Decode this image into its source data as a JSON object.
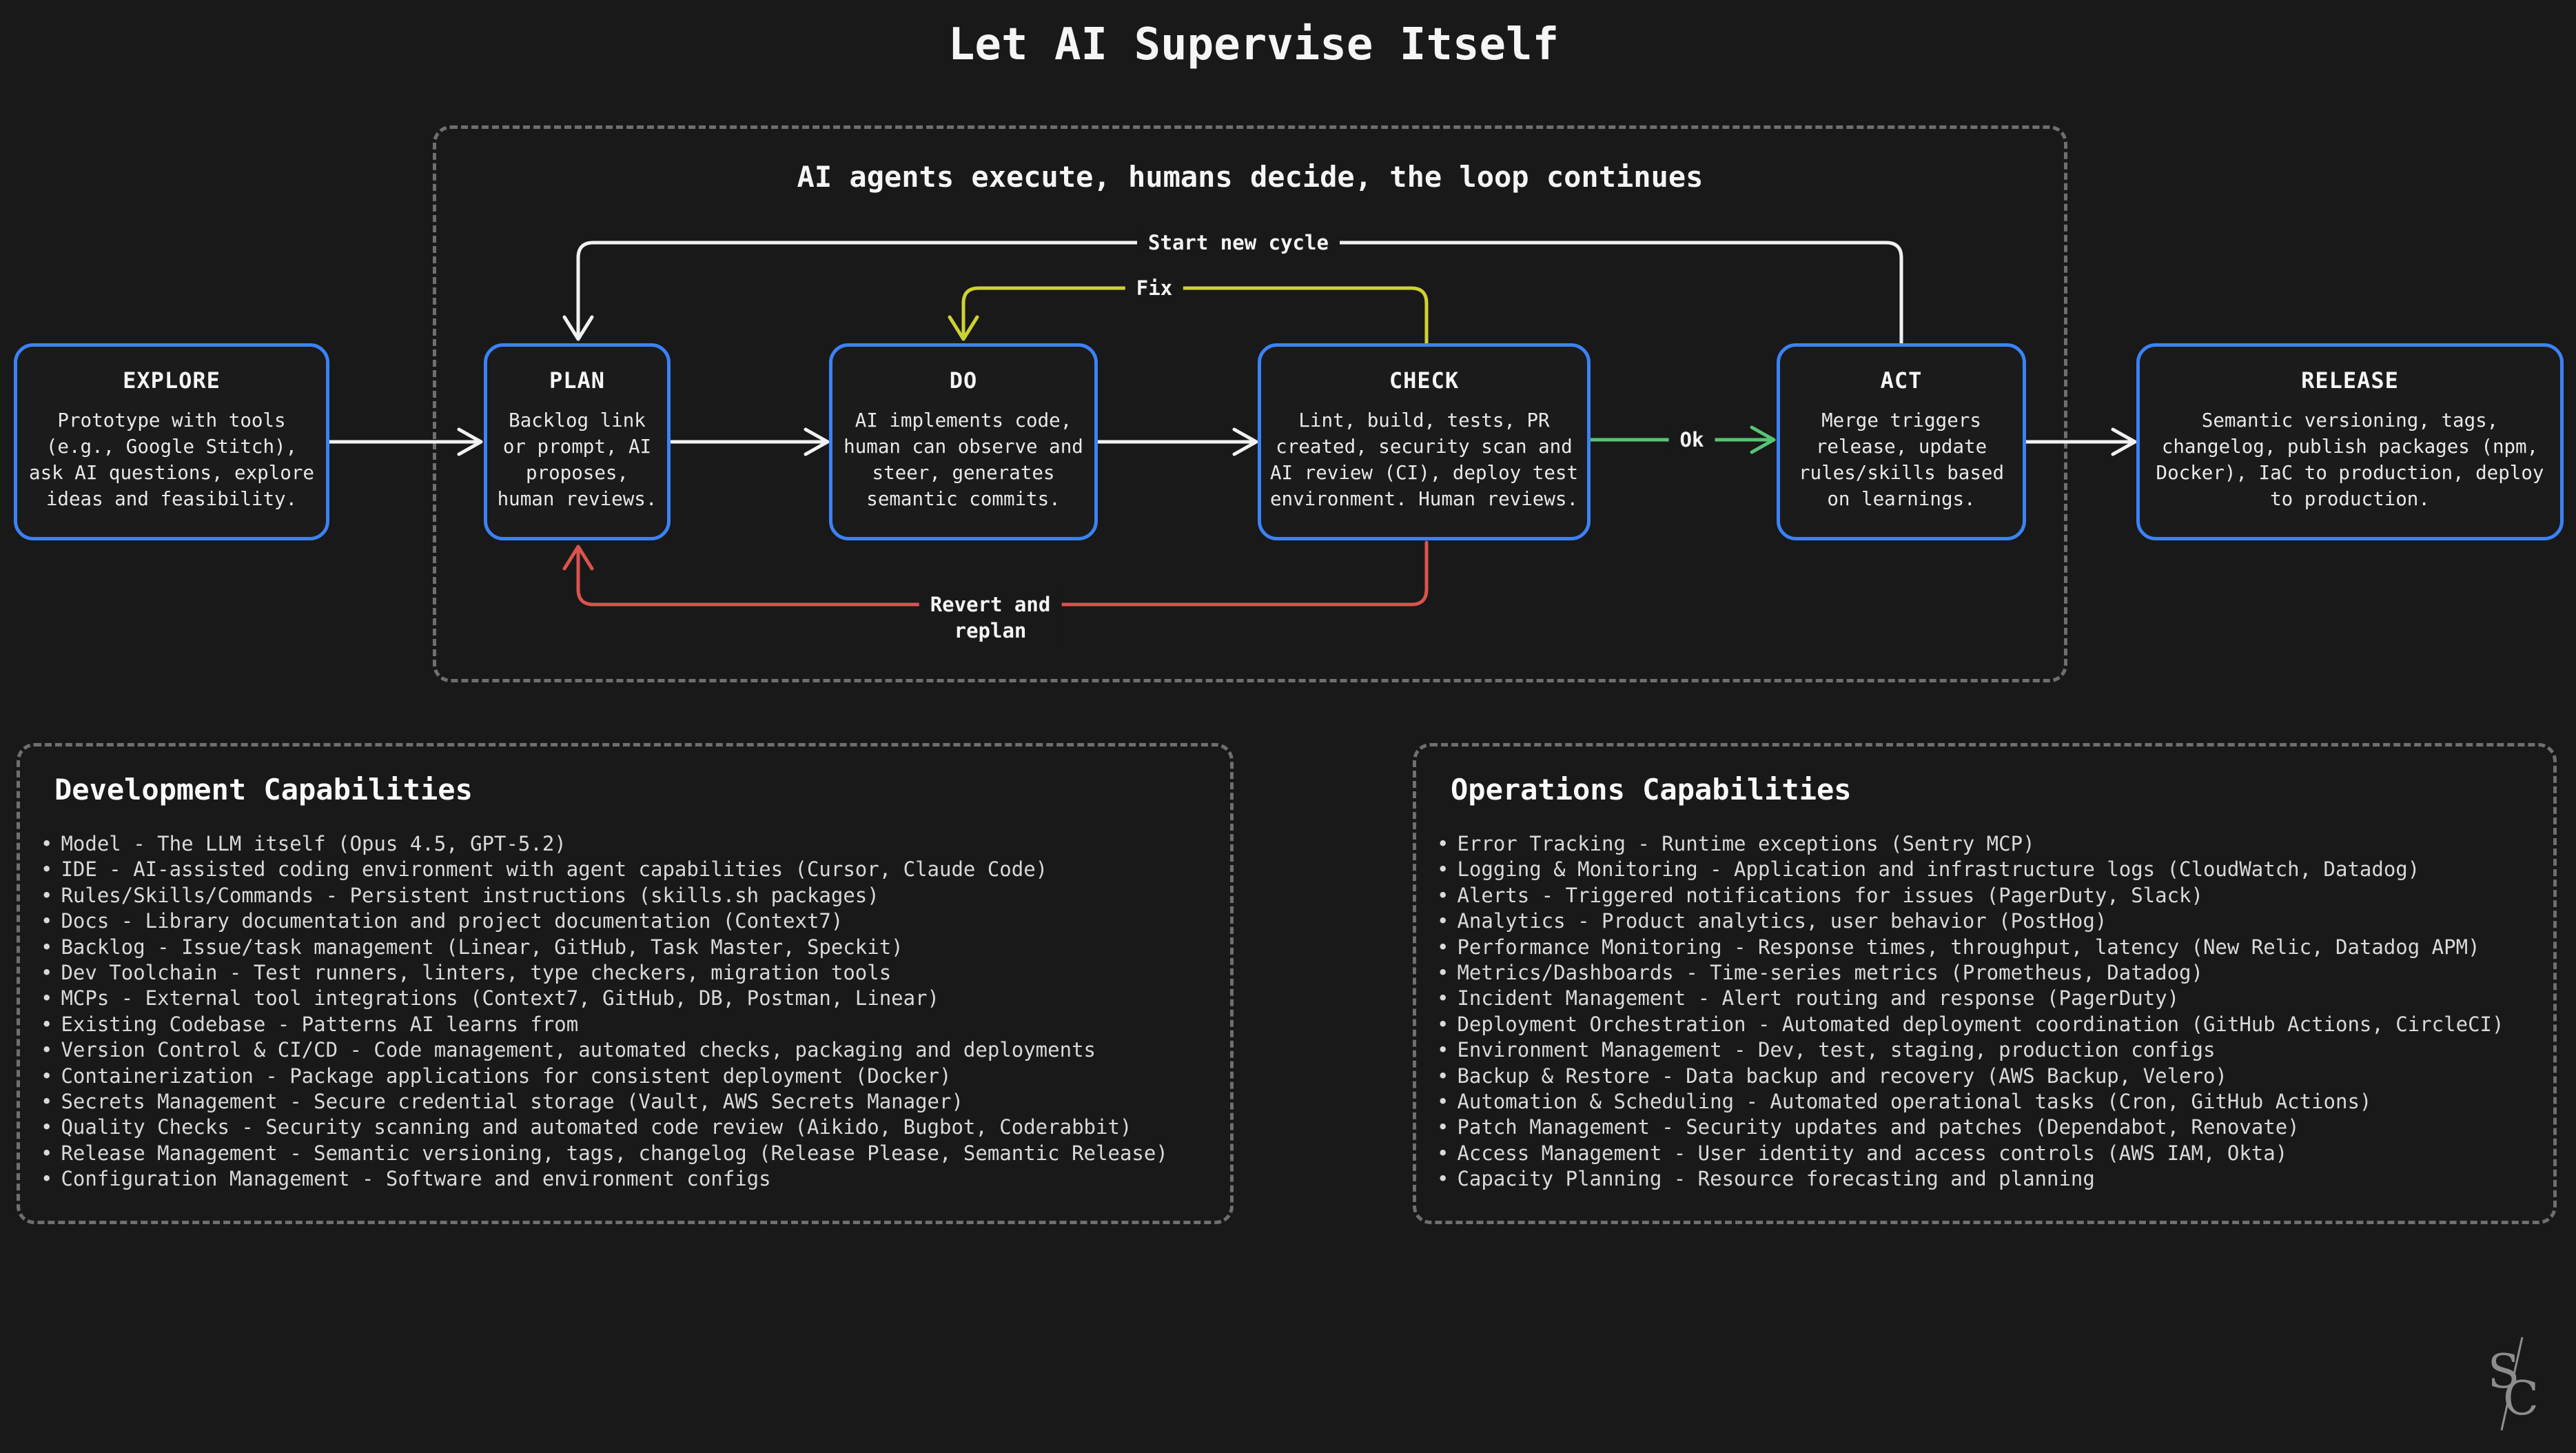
{
  "page": {
    "title": "Let AI Supervise Itself"
  },
  "colors": {
    "background": "#191919",
    "node_border": "#3b82f6",
    "node_fill": "#1b1b1b",
    "line_white": "#f2f2f2",
    "line_fix": "#cdd232",
    "line_ok": "#57c475",
    "line_revert": "#da534e",
    "dashed_border": "#6f6f6f",
    "logo_gray": "#8d8d8d"
  },
  "loop": {
    "subtitle": "AI agents execute, humans decide, the loop continues",
    "nodes": [
      {
        "id": "explore",
        "title": "EXPLORE",
        "body": "Prototype with tools (e.g., Google Stitch), ask AI questions, explore ideas and feasibility."
      },
      {
        "id": "plan",
        "title": "PLAN",
        "body": "Backlog link or prompt, AI proposes, human reviews."
      },
      {
        "id": "do",
        "title": "DO",
        "body": "AI implements code, human can observe and steer, generates semantic commits."
      },
      {
        "id": "check",
        "title": "CHECK",
        "body": "Lint, build, tests, PR created, security scan and AI review (CI), deploy test environment. Human reviews."
      },
      {
        "id": "act",
        "title": "ACT",
        "body": "Merge triggers release, update rules/skills based on learnings."
      },
      {
        "id": "release",
        "title": "RELEASE",
        "body": "Semantic versioning, tags, changelog, publish packages (npm, Docker), IaC to production, deploy to production."
      }
    ],
    "edges": {
      "start_new_cycle": {
        "label": "Start new cycle",
        "color": "#f2f2f2"
      },
      "fix": {
        "label": "Fix",
        "color": "#cdd232"
      },
      "ok": {
        "label": "Ok",
        "color": "#57c475"
      },
      "revert": {
        "label": "Revert and\nreplan",
        "color": "#da534e"
      }
    }
  },
  "development": {
    "title": "Development Capabilities",
    "bullet": "•",
    "items": [
      "Model - The LLM itself (Opus 4.5, GPT-5.2)",
      "IDE - AI-assisted coding environment with agent capabilities (Cursor, Claude Code)",
      "Rules/Skills/Commands - Persistent instructions (skills.sh packages)",
      "Docs - Library documentation and project documentation (Context7)",
      "Backlog - Issue/task management (Linear, GitHub, Task Master, Speckit)",
      "Dev Toolchain - Test runners, linters, type checkers, migration tools",
      "MCPs - External tool integrations (Context7, GitHub, DB, Postman, Linear)",
      "Existing Codebase - Patterns AI learns from",
      "Version Control & CI/CD - Code management, automated checks, packaging and deployments",
      "Containerization - Package applications for consistent deployment (Docker)",
      "Secrets Management - Secure credential storage (Vault, AWS Secrets Manager)",
      "Quality Checks - Security scanning and automated code review (Aikido, Bugbot, Coderabbit)",
      "Release Management - Semantic versioning, tags, changelog (Release Please, Semantic Release)",
      "Configuration Management - Software and environment configs"
    ]
  },
  "operations": {
    "title": "Operations Capabilities",
    "bullet": "•",
    "items": [
      "Error Tracking - Runtime exceptions (Sentry MCP)",
      "Logging & Monitoring - Application and infrastructure logs (CloudWatch, Datadog)",
      "Alerts - Triggered notifications for issues (PagerDuty, Slack)",
      "Analytics - Product analytics, user behavior (PostHog)",
      "Performance Monitoring - Response times, throughput, latency (New Relic, Datadog APM)",
      "Metrics/Dashboards - Time-series metrics (Prometheus, Datadog)",
      "Incident Management - Alert routing and response (PagerDuty)",
      "Deployment Orchestration - Automated deployment coordination (GitHub Actions, CircleCI)",
      "Environment Management - Dev, test, staging, production configs",
      "Backup & Restore - Data backup and recovery (AWS Backup, Velero)",
      "Automation & Scheduling - Automated operational tasks (Cron, GitHub Actions)",
      "Patch Management - Security updates and patches (Dependabot, Renovate)",
      "Access Management - User identity and access controls (AWS IAM, Okta)",
      "Capacity Planning - Resource forecasting and planning"
    ]
  },
  "logo": {
    "letter_top": "S",
    "letter_bottom": "C"
  }
}
